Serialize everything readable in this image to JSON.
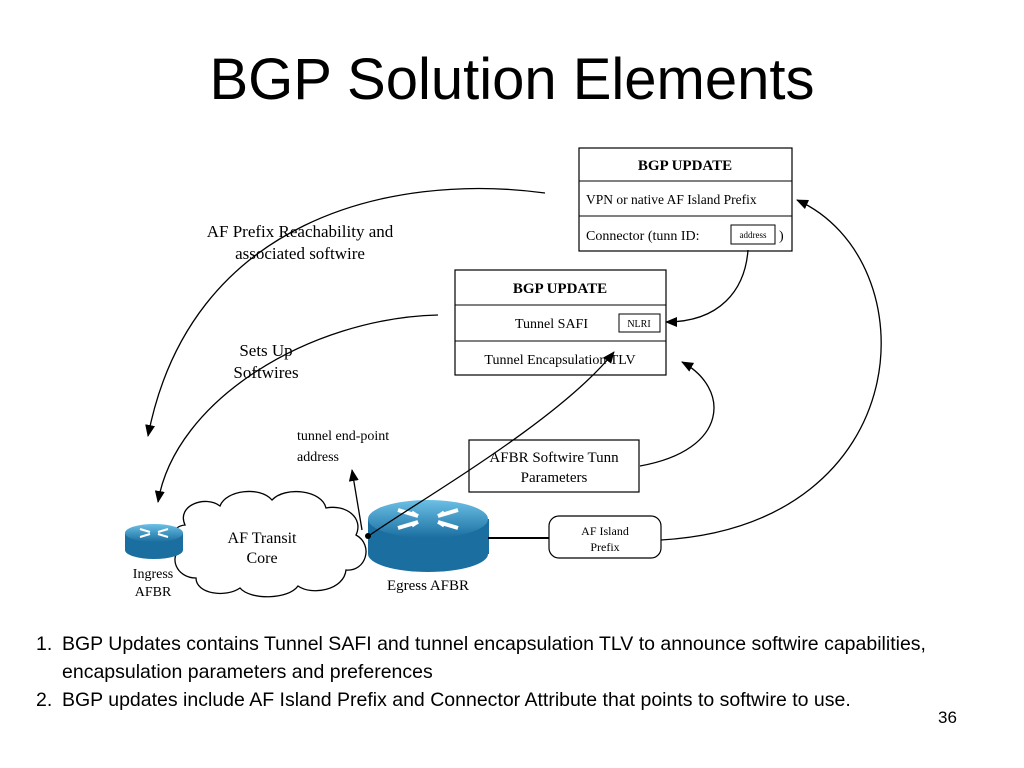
{
  "slide": {
    "title": "BGP Solution Elements",
    "page_number": "36"
  },
  "diagram": {
    "bgp_update_top": {
      "header": "BGP UPDATE",
      "row1": "VPN or native AF Island Prefix",
      "row2": "Connector (tunn ID:",
      "row2_box": "address",
      "row2_end": ")"
    },
    "bgp_update_mid": {
      "header": "BGP UPDATE",
      "row1": "Tunnel SAFI",
      "row1_box": "NLRI",
      "row2": "Tunnel Encapsulation TLV"
    },
    "labels": {
      "af_prefix_line1": "AF Prefix Reachability and",
      "af_prefix_line2": "associated softwire",
      "sets_up_line1": "Sets Up",
      "sets_up_line2": "Softwires",
      "tunnel_ep_line1": "tunnel end-point",
      "tunnel_ep_line2": "address"
    },
    "params_box": {
      "line1": "AFBR Softwire Tunn",
      "line2": "Parameters"
    },
    "cloud": {
      "line1": "AF Transit",
      "line2": "Core"
    },
    "ingress": {
      "line1": "Ingress",
      "line2": "AFBR"
    },
    "egress": {
      "label": "Egress AFBR"
    },
    "island": {
      "line1": "AF Island",
      "line2": "Prefix"
    },
    "colors": {
      "router": "#1f7fb0",
      "router_top": "#5fb0d8",
      "arrow": "#000000"
    }
  },
  "notes": [
    {
      "num": "1.",
      "text": "BGP Updates contains Tunnel SAFI and tunnel encapsulation TLV to announce softwire capabilities, encapsulation parameters and preferences"
    },
    {
      "num": "2.",
      "text": "BGP updates include AF Island Prefix and Connector Attribute that points to softwire to use."
    }
  ]
}
